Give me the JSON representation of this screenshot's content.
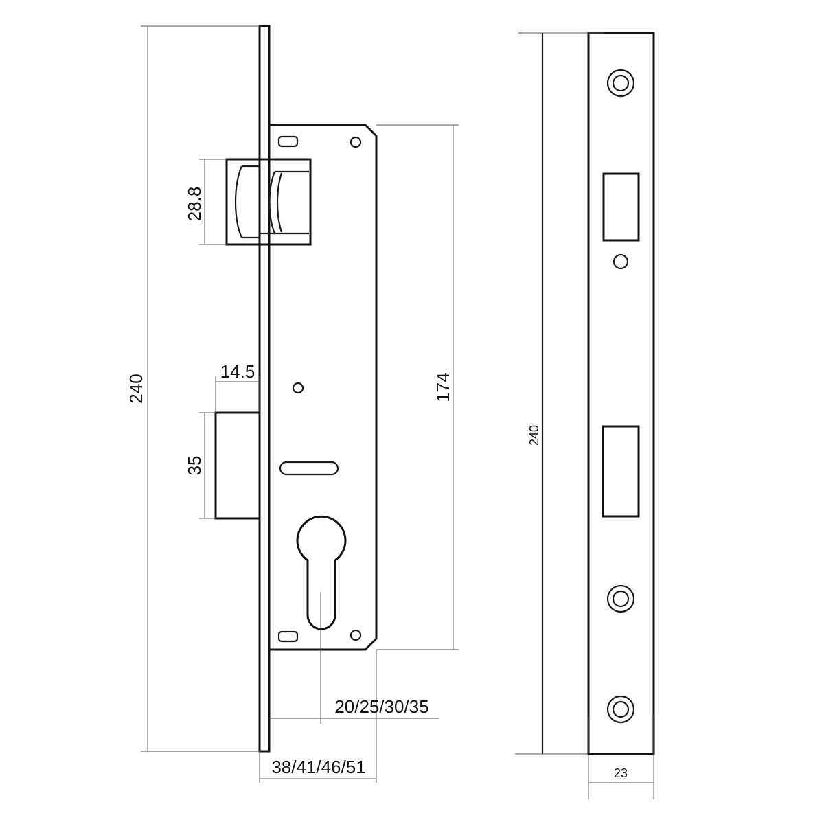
{
  "side_view": {
    "height_label": "240",
    "latch_height_label": "28.8",
    "bolt_throw_label": "14.5",
    "bolt_height_label": "35",
    "case_height_label": "174",
    "backset_label": "20/25/30/35",
    "depth_label": "38/41/46/51"
  },
  "face_view": {
    "height_label": "240",
    "width_label": "23"
  }
}
